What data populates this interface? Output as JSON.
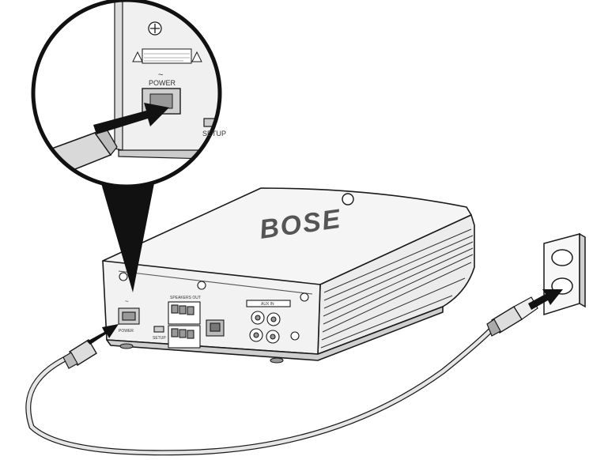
{
  "zoom_callout": {
    "power_label": "POWER",
    "setup_label": "SETUP",
    "tilde_glyph": "~"
  },
  "amplifier": {
    "brand_logo": "BOSE",
    "power_label": "POWER",
    "setup_label": "SETUP",
    "speakers_out_label": "SPEAKERS OUT",
    "aux_in_label": "AUX IN",
    "tilde_glyph": "~"
  },
  "icons": {
    "power_cord": "power-cord",
    "wall_outlet": "wall-outlet",
    "arrow": "insert-arrow",
    "magnifier": "zoom-callout"
  },
  "colors": {
    "line": "#1a1a1a",
    "body_fill": "#f4f4f4",
    "shadow_fill": "#d6d6d6",
    "arrow_fill": "#111111",
    "cord_fill": "#e6e6e6"
  }
}
